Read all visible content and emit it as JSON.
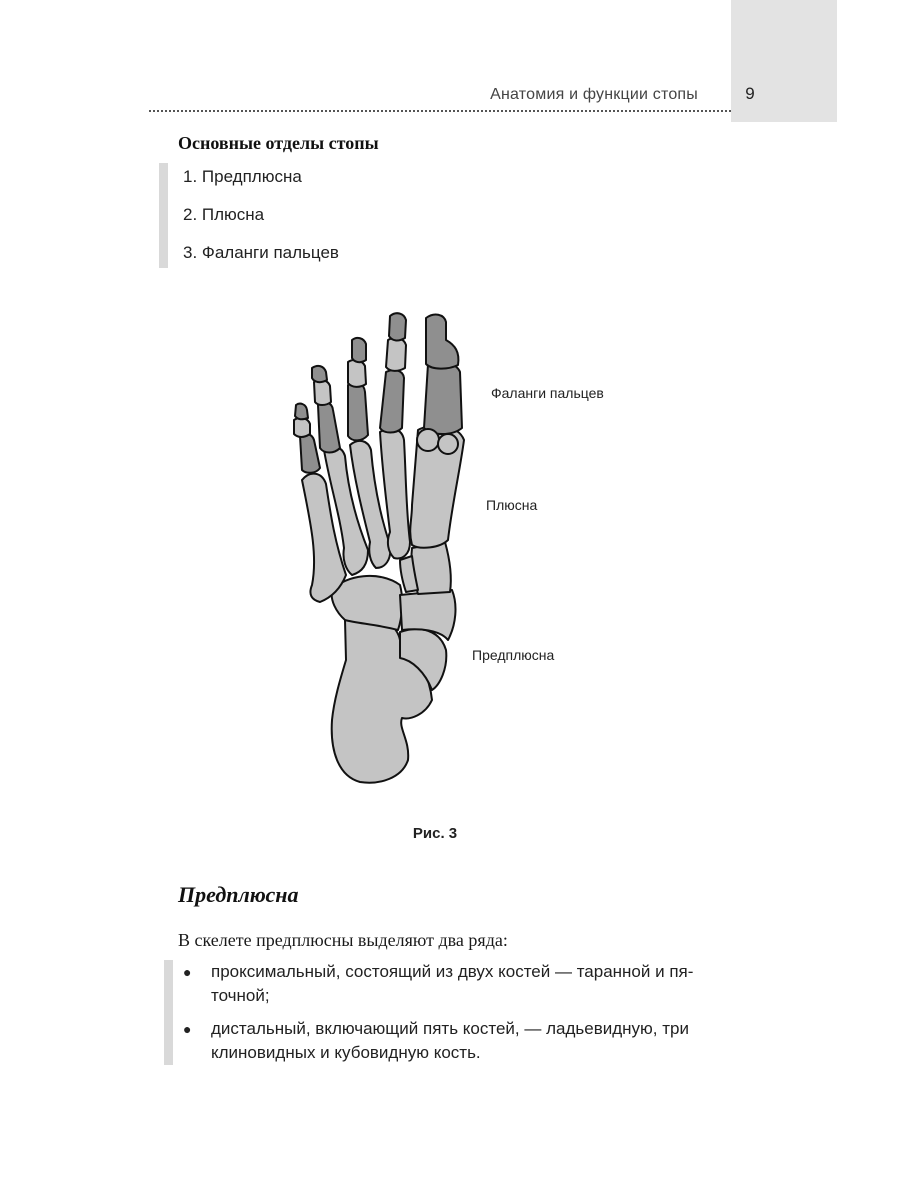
{
  "header": {
    "running_title": "Анатомия и функции стопы",
    "page_number": "9"
  },
  "section": {
    "heading": "Основные отделы стопы",
    "items": [
      "1. Предплюсна",
      "2. Плюсна",
      "3. Фаланги пальцев"
    ]
  },
  "figure": {
    "labels": {
      "phalanges": "Фаланги пальцев",
      "metatarsus": "Плюсна",
      "tarsus": "Предплюсна"
    },
    "caption": "Рис. 3",
    "colors": {
      "dark_bone": "#8f8f8f",
      "light_bone": "#c4c4c4",
      "outline": "#111111"
    }
  },
  "subsection": {
    "heading": "Предплюсна",
    "intro": "В скелете предплюсны выделяют два ряда:",
    "bullets": [
      {
        "line1": "проксимальный, состоящий из двух костей — таранной и пя-",
        "line2": "точной;"
      },
      {
        "line1": "дистальный, включающий пять костей, — ладьевидную, три",
        "line2": "клиновидных и кубовидную кость."
      }
    ],
    "bullet_icon": "●"
  }
}
